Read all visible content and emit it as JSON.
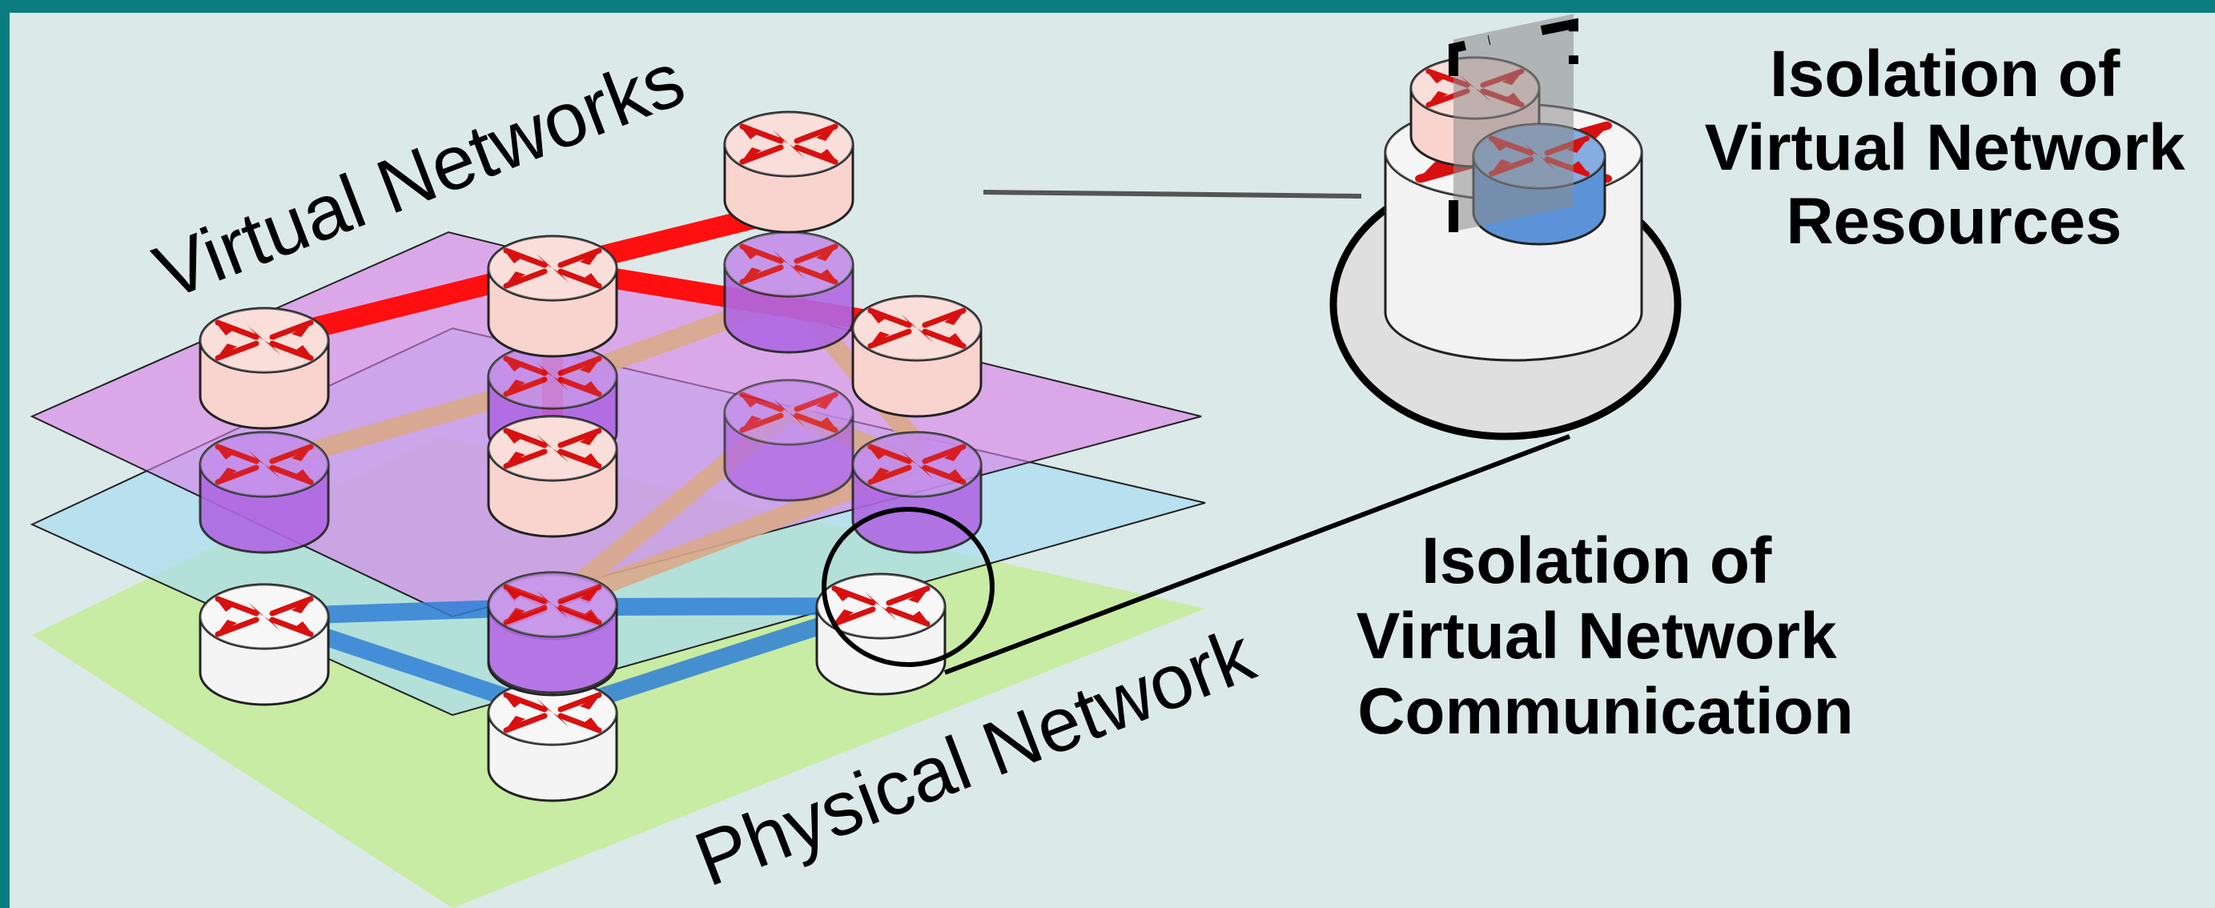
{
  "labels": {
    "virtual_networks": "Virtual Networks",
    "physical_network": "Physical Network",
    "isolation_resources": [
      "Isolation of",
      "Virtual Network",
      "Resources"
    ],
    "isolation_communication": [
      "Isolation of",
      "Virtual Network",
      "Communication"
    ]
  },
  "icons": [
    "router-icon"
  ],
  "colors": {
    "frame": "#0b7c80",
    "background": "#dbe9e9",
    "physical_plane": "#c7ec9f",
    "blue_plane": "#a9dcef",
    "purple_plane": "#d87de8",
    "virtual_link_red": "#ff0f0f",
    "virtual_link_tan": "#d9a88a",
    "physical_link_blue": "#2f7fd6",
    "router_pink": "#f9d3cd",
    "router_purple": "#b068e3",
    "router_white": "#f4f4f4",
    "router_blue": "#5c92d8"
  }
}
